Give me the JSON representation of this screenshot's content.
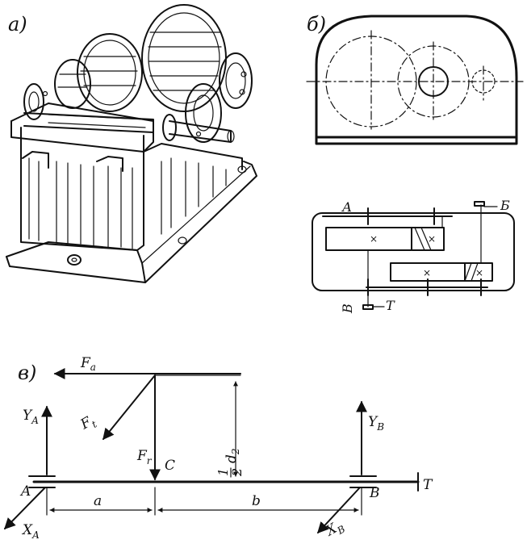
{
  "panels": {
    "a": {
      "label": "а)"
    },
    "b": {
      "label": "б)",
      "scheme_labels": {
        "A": "А",
        "B_cyr": "Б",
        "V": "В",
        "T": "Т"
      }
    },
    "v": {
      "label": "в)",
      "forces": {
        "Fa": "F",
        "Fa_sub": "a",
        "Ft": "F",
        "Ft_sub": "t",
        "Fr": "F",
        "Fr_sub": "r",
        "YA": "Y",
        "YA_sub": "A",
        "YB": "Y",
        "YB_sub": "B",
        "XA": "X",
        "XA_sub": "A",
        "XB": "X",
        "XB_sub": "B"
      },
      "points": {
        "A": "A",
        "B": "B",
        "C": "C",
        "T": "T"
      },
      "dimensions": {
        "a": "a",
        "b": "b",
        "half": "1",
        "half_den": "2",
        "d": "d",
        "d_sub": "2"
      }
    }
  },
  "colors": {
    "ink": "#111111",
    "paper": "#ffffff"
  }
}
